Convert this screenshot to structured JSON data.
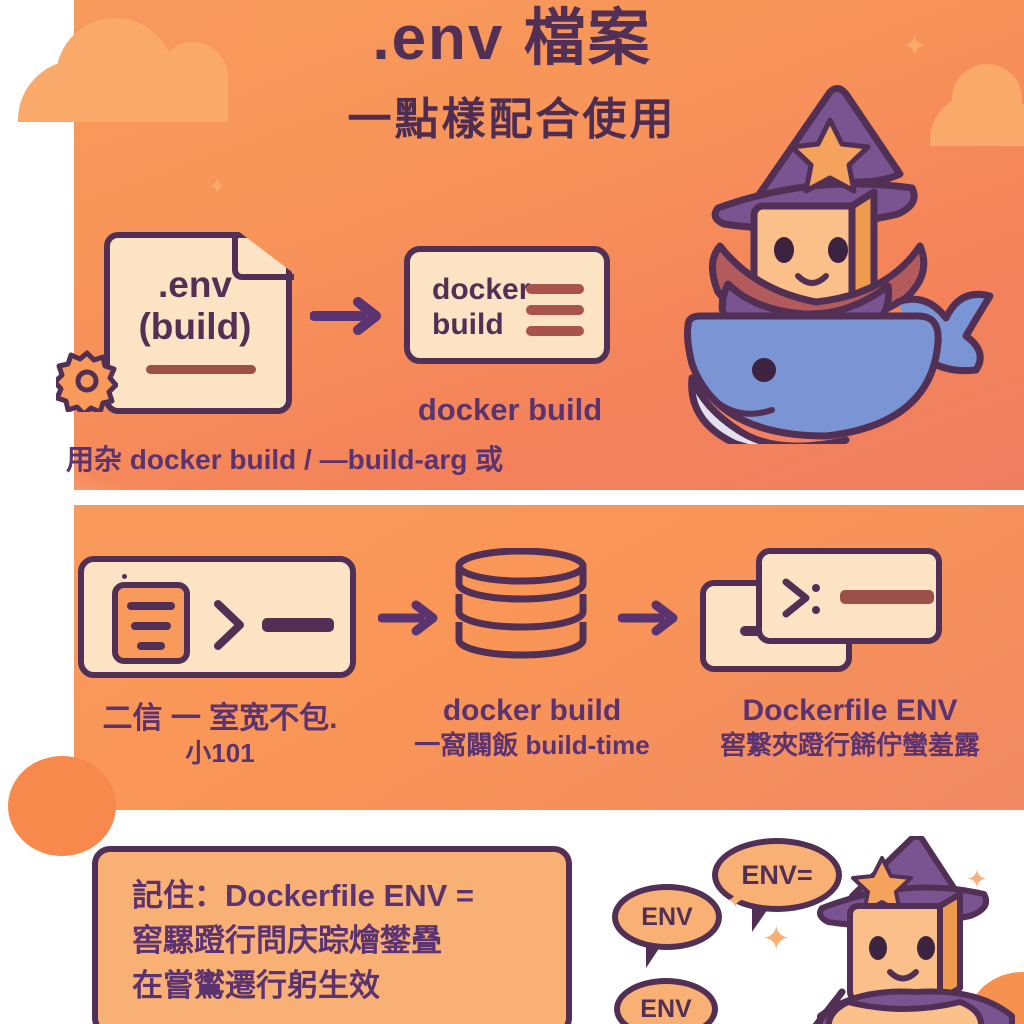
{
  "header": {
    "title": ".env 檔案",
    "subtitle": "一點樣配合使用"
  },
  "colors": {
    "background": "#ffffff",
    "panel_orange": "#f79a5c",
    "deep_orange": "#f08963",
    "card_cream": "#fbe3c4",
    "outline_purple": "#523055",
    "text_purple": "#5b3370",
    "accent_brown": "#a8544c",
    "bubble_orange": "#f9b074",
    "whale_blue": "#7b94d4",
    "wizard_purple": "#7a5391",
    "star_orange": "#f5a25c"
  },
  "row1": {
    "file_card": {
      "line1": ".env",
      "line2": "(build)",
      "icon": "file-icon",
      "gear_icon": "gear-icon"
    },
    "arrow_icon": "arrow-right-icon",
    "docker_card": {
      "line1": "docker",
      "line2": "build",
      "bars": 3
    },
    "caption_title": "docker build",
    "caption_sub": "用杂 docker  build / —build-arg 或"
  },
  "row2": {
    "terminal_card": {
      "doc_icon": "document-icon",
      "prompt_icon": "chevron-right-icon",
      "cursor_icon": "cursor-bar-icon"
    },
    "arrow_left_icon": "arrow-right-icon",
    "layers_icon": "layers-stack-icon",
    "arrow_right_icon": "arrow-right-icon",
    "terminal_pair": {
      "prompt_icon": "prompt-icon",
      "dash_icon": "dash-icon"
    },
    "captions": [
      {
        "line1": "二信 一  室宽不包.",
        "line2": "小101"
      },
      {
        "line1": "docker build",
        "line2": "一窩闢飯 build-time"
      },
      {
        "line1": "Dockerfile ENV",
        "line2": "窖繋夾蹬行餙佇蠻羞露"
      }
    ]
  },
  "note": {
    "line1": "記住：Dockerfile ENV =",
    "line2": "窖騾蹬行問庆踪燴鐢疂",
    "line3": "在嘗鸑遷行躬生效"
  },
  "bubbles": [
    {
      "label": "ENV=",
      "name": "speech-bubble-env-equals"
    },
    {
      "label": "ENV",
      "name": "speech-bubble-env-1"
    },
    {
      "label": "ENV",
      "name": "speech-bubble-env-2"
    }
  ],
  "mascots": {
    "whale": "docker-whale-wizard-mascot",
    "wizard": "box-wizard-mascot"
  }
}
